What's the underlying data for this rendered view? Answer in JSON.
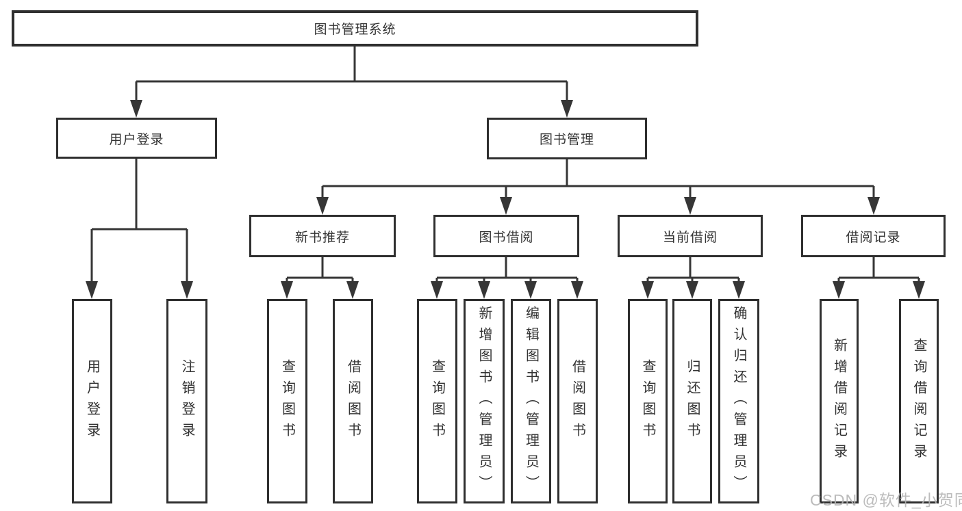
{
  "tree": {
    "root": {
      "label": "图书管理系统"
    },
    "children": [
      {
        "label": "用户登录",
        "children": [
          {
            "label": "用户登录"
          },
          {
            "label": "注销登录"
          }
        ]
      },
      {
        "label": "图书管理",
        "children": [
          {
            "label": "新书推荐",
            "children": [
              {
                "label": "查询图书"
              },
              {
                "label": "借阅图书"
              }
            ]
          },
          {
            "label": "图书借阅",
            "children": [
              {
                "label": "查询图书"
              },
              {
                "label": "新增图书（管理员）"
              },
              {
                "label": "编辑图书（管理员）"
              },
              {
                "label": "借阅图书"
              }
            ]
          },
          {
            "label": "当前借阅",
            "children": [
              {
                "label": "查询图书"
              },
              {
                "label": "归还图书"
              },
              {
                "label": "确认归还（管理员）"
              }
            ]
          },
          {
            "label": "借阅记录",
            "children": [
              {
                "label": "新增借阅记录"
              },
              {
                "label": "查询借阅记录"
              }
            ]
          }
        ]
      }
    ]
  },
  "watermark": {
    "text": "CSDN @软件_小贺同学"
  },
  "colors": {
    "line": "#363636",
    "box_border": "#2f2f2f",
    "text": "#333333",
    "watermark": "#b3b3b3",
    "background": "#ffffff"
  }
}
